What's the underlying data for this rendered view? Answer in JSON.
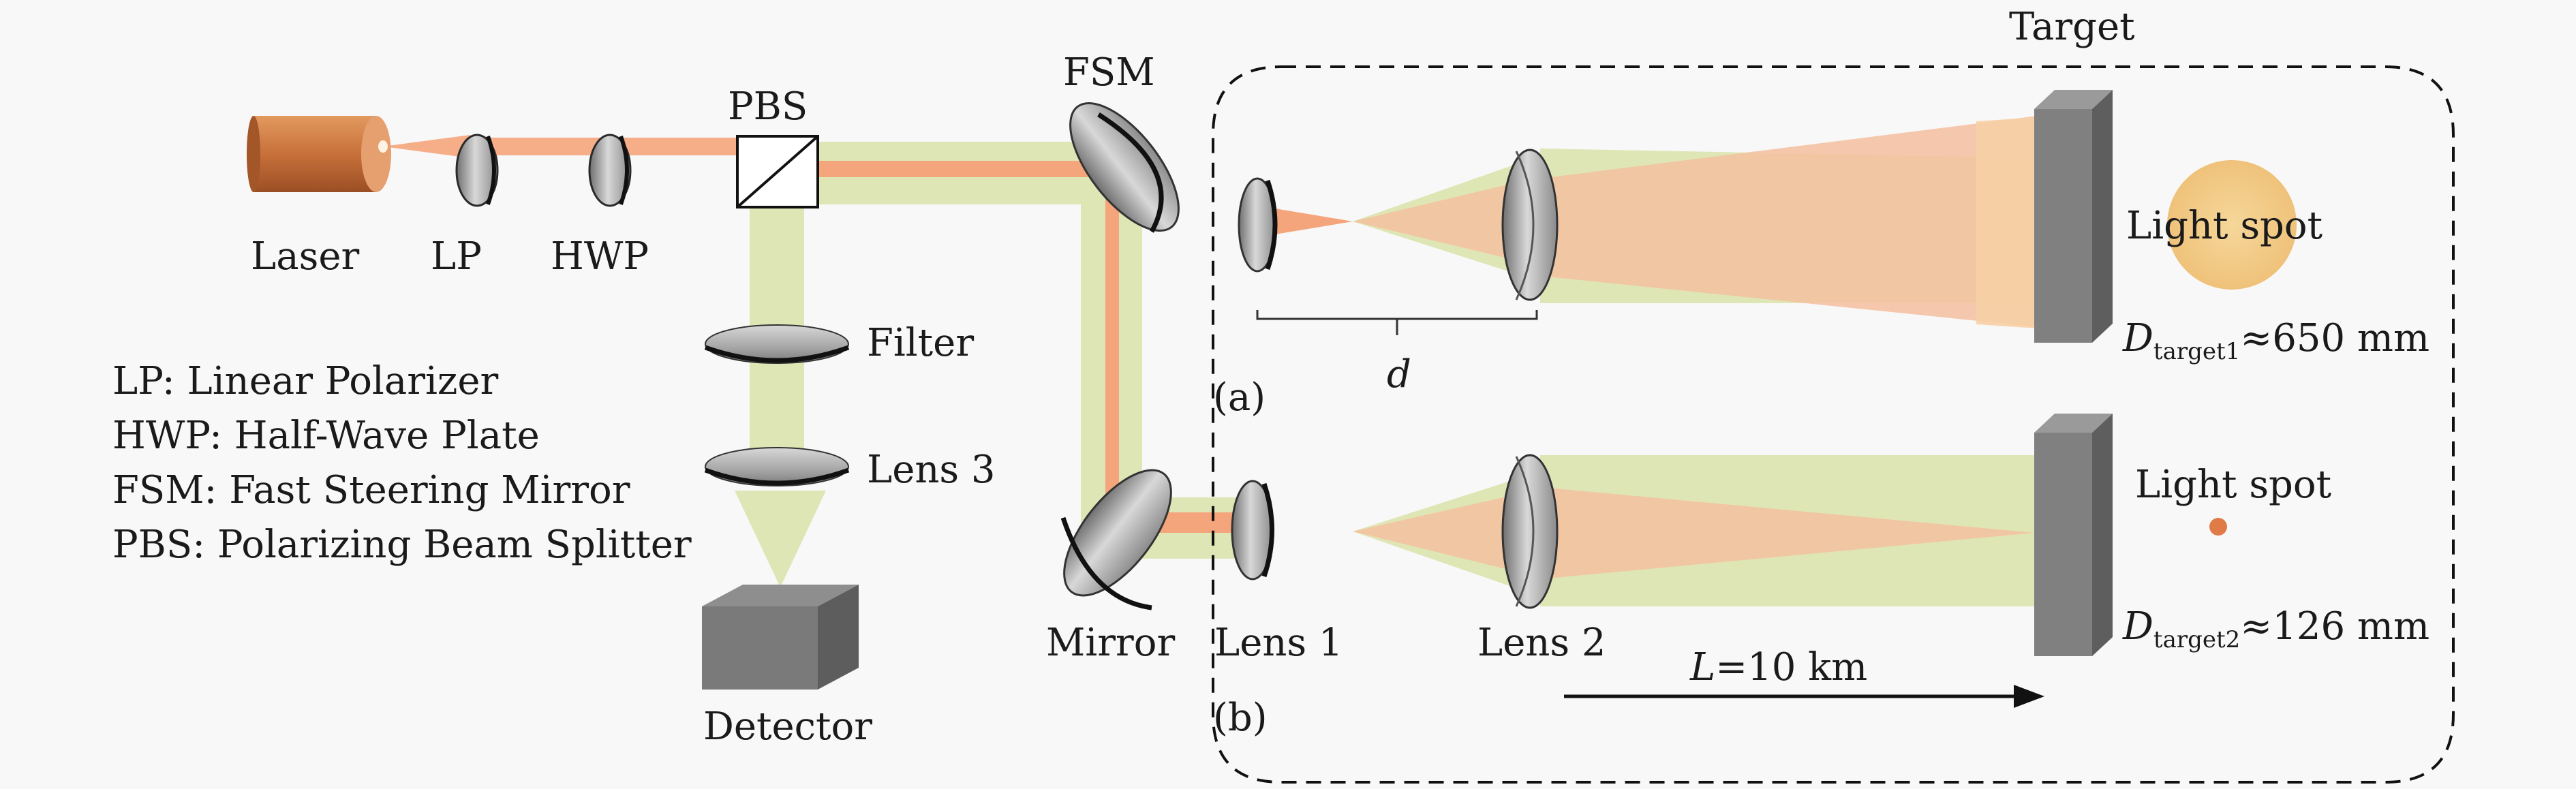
{
  "components": {
    "laser": "Laser",
    "lp": "LP",
    "hwp": "HWP",
    "pbs": "PBS",
    "fsm": "FSM",
    "filter": "Filter",
    "lens3": "Lens 3",
    "detector": "Detector",
    "mirror": "Mirror",
    "lens1": "Lens 1",
    "lens2": "Lens 2",
    "target": "Target"
  },
  "legend": [
    "LP: Linear Polarizer",
    "HWP: Half-Wave Plate",
    "FSM: Fast Steering Mirror",
    "PBS: Polarizing Beam Splitter"
  ],
  "panel_a": {
    "tag": "(a)",
    "d_label": "d",
    "spot_label": "Light spot",
    "diameter_symbol": "D",
    "diameter_subscript": "target1",
    "diameter_value": "≈650 mm"
  },
  "panel_b": {
    "tag": "(b)",
    "spot_label": "Light spot",
    "diameter_symbol": "D",
    "diameter_subscript": "target2",
    "diameter_value": "≈126 mm",
    "distance_symbol": "L",
    "distance_value": "=10 km"
  },
  "colors": {
    "beam_core": "#f5a57c",
    "beam_wide": "#dfe6b5",
    "laser_body": "#c8703a",
    "optic_gray": "#a9a9a9",
    "target_gray": "#7f7f7f",
    "spot_large": "#f3cf8c",
    "spot_small": "#e07a47"
  }
}
